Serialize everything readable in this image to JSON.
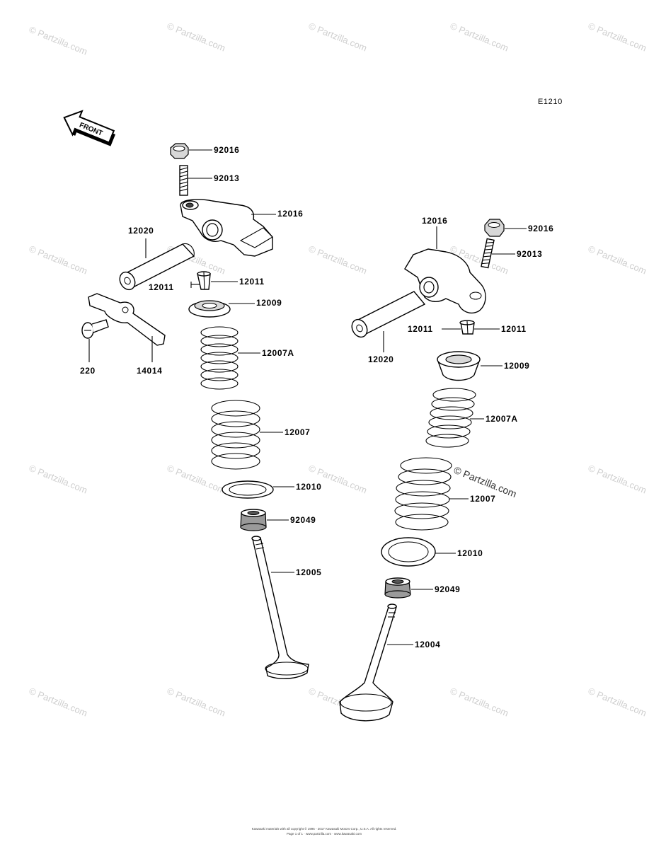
{
  "diagram_code": "E1210",
  "front_label": "FRONT",
  "watermark": "© Partzilla.com",
  "footer_line1": "Kawasaki materials with all copyright © 1995 - 2017 Kawasaki Motors Corp., U.S.A.  All rights reserved.",
  "footer_line2": "Page 1 of 1  ·  www.partzilla.com  ·  www.kawasaki.com",
  "parts_left": {
    "nut": "92016",
    "stud": "92013",
    "rocker_arm": "12016",
    "rocker_shaft": "12020",
    "cotter_a": "12011",
    "cotter_b": "12011",
    "retainer": "12009",
    "plate_screw": "220",
    "plate": "14014",
    "inner_spring": "12007A",
    "outer_spring": "12007",
    "spring_seat": "12010",
    "stem_seal": "92049",
    "exhaust_valve": "12005"
  },
  "parts_right": {
    "rocker_arm": "12016",
    "nut": "92016",
    "stud": "92013",
    "cotter_a": "12011",
    "cotter_b": "12011",
    "rocker_shaft": "12020",
    "retainer": "12009",
    "inner_spring": "12007A",
    "outer_spring": "12007",
    "spring_seat": "12010",
    "stem_seal": "92049",
    "intake_valve": "12004"
  }
}
